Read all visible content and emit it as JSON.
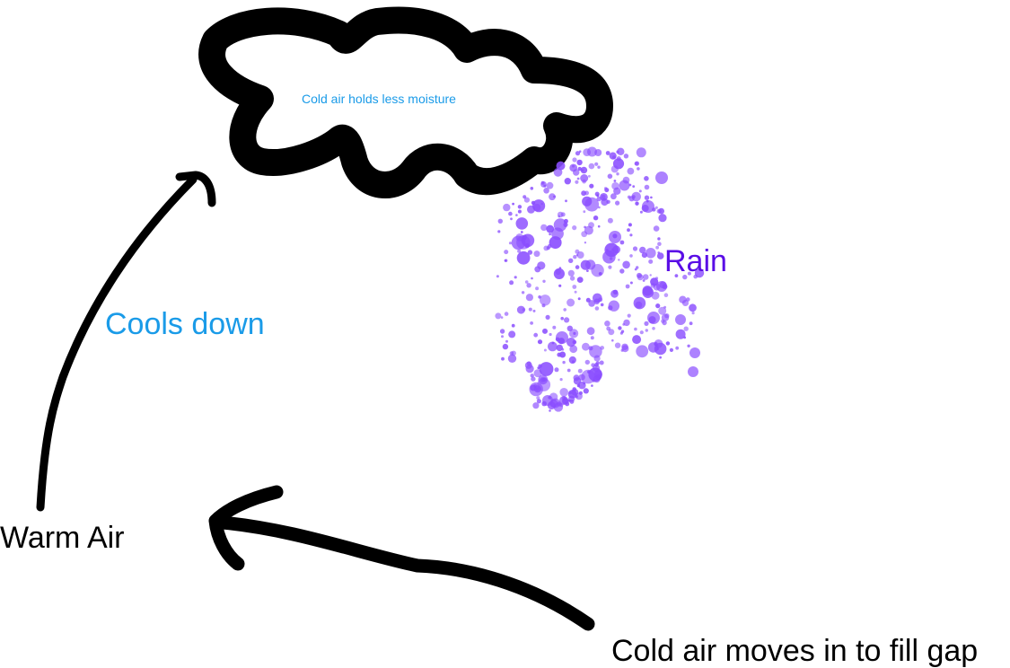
{
  "labels": {
    "cloud_note": "Cold air holds less moisture",
    "cools_down": "Cools down",
    "rain": "Rain",
    "warm_air": "Warm Air",
    "cold_air": "Cold air moves in to fill gap"
  },
  "colors": {
    "ink": "#000000",
    "cool_text": "#1a9be8",
    "rain_text": "#5a0ee6",
    "rain_drop": "#8a4dff",
    "background": "#ffffff"
  },
  "icons": {
    "cloud": "cloud-icon",
    "rain": "rain-drops-icon",
    "arrow_up": "curved-arrow-up-icon",
    "arrow_left": "curved-arrow-left-icon"
  }
}
